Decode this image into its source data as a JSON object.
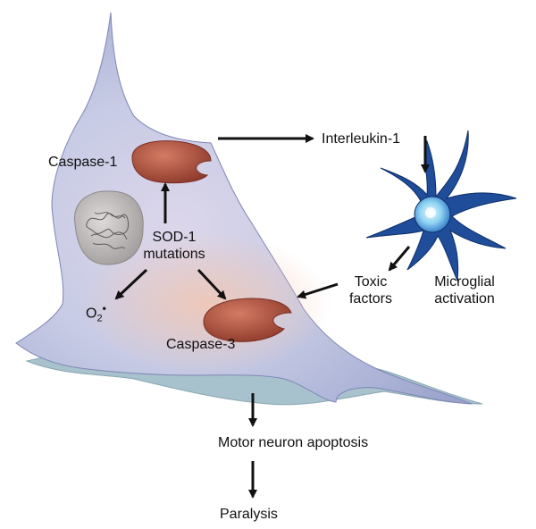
{
  "diagram": {
    "labels": {
      "caspase1": "Caspase-1",
      "interleukin1": "Interleukin-1",
      "sod1_line1": "SOD-1",
      "sod1_line2": "mutations",
      "o2_base": "O",
      "o2_sub": "2",
      "o2_radical": "•",
      "toxic_line1": "Toxic",
      "toxic_line2": "factors",
      "microglial_line1": "Microglial",
      "microglial_line2": "activation",
      "caspase3": "Caspase-3",
      "apoptosis": "Motor neuron apoptosis",
      "paralysis": "Paralysis"
    },
    "colors": {
      "cell_body": "#c9cde6",
      "cell_shadow": "#a9c4cf",
      "organelle": "#b3523f",
      "nucleus": "#b8b4b4",
      "microglia": "#1f4d9a",
      "microglia_core": "#8fd3f2",
      "arrow": "#111111"
    }
  }
}
